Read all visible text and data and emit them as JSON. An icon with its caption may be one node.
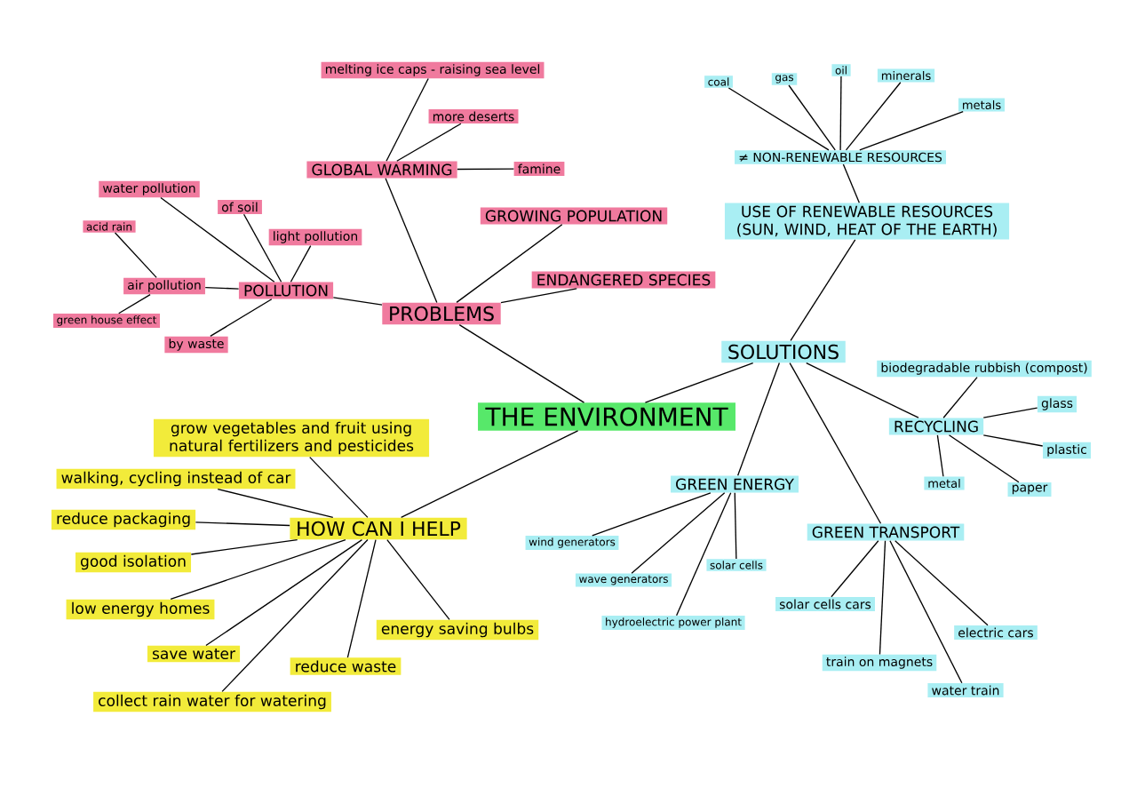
{
  "diagram": {
    "nodes": [
      {
        "text": [
          "THE ENVIRONMENT"
        ]
      },
      {
        "text": [
          "PROBLEMS"
        ]
      },
      {
        "text": [
          "GLOBAL WARMING"
        ]
      },
      {
        "text": [
          "melting ice caps - raising sea level"
        ]
      },
      {
        "text": [
          "more deserts"
        ]
      },
      {
        "text": [
          "famine"
        ]
      },
      {
        "text": [
          "POLLUTION"
        ]
      },
      {
        "text": [
          "water pollution"
        ]
      },
      {
        "text": [
          "of soil"
        ]
      },
      {
        "text": [
          "light pollution"
        ]
      },
      {
        "text": [
          "air pollution"
        ]
      },
      {
        "text": [
          "acid rain"
        ]
      },
      {
        "text": [
          "green house effect"
        ]
      },
      {
        "text": [
          "by waste"
        ]
      },
      {
        "text": [
          "GROWING POPULATION"
        ]
      },
      {
        "text": [
          "ENDANGERED SPECIES"
        ]
      },
      {
        "text": [
          "SOLUTIONS"
        ]
      },
      {
        "text": [
          "USE OF RENEWABLE RESOURCES (SUN, WIND, HEAT OF THE EARTH)"
        ]
      },
      {
        "text": [
          "≠ NON-RENEWABLE RESOURCES"
        ]
      },
      {
        "text": [
          "coal"
        ]
      },
      {
        "text": [
          "gas"
        ]
      },
      {
        "text": [
          "oil"
        ]
      },
      {
        "text": [
          "minerals"
        ]
      },
      {
        "text": [
          "metals"
        ]
      },
      {
        "text": [
          "RECYCLING"
        ]
      },
      {
        "text": [
          "biodegradable rubbish (compost)"
        ]
      },
      {
        "text": [
          "glass"
        ]
      },
      {
        "text": [
          "plastic"
        ]
      },
      {
        "text": [
          "metal"
        ]
      },
      {
        "text": [
          "paper"
        ]
      },
      {
        "text": [
          "GREEN ENERGY"
        ]
      },
      {
        "text": [
          "wind generators"
        ]
      },
      {
        "text": [
          "wave generators"
        ]
      },
      {
        "text": [
          "hydroelectric power plant"
        ]
      },
      {
        "text": [
          "solar cells"
        ]
      },
      {
        "text": [
          "GREEN TRANSPORT"
        ]
      },
      {
        "text": [
          "solar cells cars"
        ]
      },
      {
        "text": [
          "train on magnets"
        ]
      },
      {
        "text": [
          "electric cars"
        ]
      },
      {
        "text": [
          "water train"
        ]
      },
      {
        "text": [
          "HOW CAN I HELP"
        ]
      },
      {
        "text": [
          "grow vegetables and fruit using natural fertilizers and pesticides"
        ]
      },
      {
        "text": [
          "walking, cycling instead of car"
        ]
      },
      {
        "text": [
          "reduce packaging"
        ]
      },
      {
        "text": [
          "good isolation"
        ]
      },
      {
        "text": [
          "low energy homes"
        ]
      },
      {
        "text": [
          "save water"
        ]
      },
      {
        "text": [
          "collect rain water for watering"
        ]
      },
      {
        "text": [
          "reduce waste"
        ]
      },
      {
        "text": [
          "energy saving bulbs"
        ]
      }
    ],
    "edges": [
      {
        "from": 0,
        "to": 1,
        "arrow": "none"
      },
      {
        "from": 1,
        "to": 2,
        "arrow": "none"
      },
      {
        "from": 2,
        "to": 3,
        "arrow": "none"
      },
      {
        "from": 2,
        "to": 4,
        "arrow": "none"
      },
      {
        "from": 2,
        "to": 5,
        "arrow": "none"
      },
      {
        "from": 1,
        "to": 6,
        "arrow": "none"
      },
      {
        "from": 6,
        "to": 7,
        "arrow": "none"
      },
      {
        "from": 6,
        "to": 8,
        "arrow": "none"
      },
      {
        "from": 6,
        "to": 9,
        "arrow": "none"
      },
      {
        "from": 6,
        "to": 10,
        "arrow": "none"
      },
      {
        "from": 10,
        "to": 11,
        "arrow": "none"
      },
      {
        "from": 10,
        "to": 12,
        "arrow": "none"
      },
      {
        "from": 6,
        "to": 13,
        "arrow": "none"
      },
      {
        "from": 1,
        "to": 14,
        "arrow": "none"
      },
      {
        "from": 1,
        "to": 15,
        "arrow": "none"
      },
      {
        "from": 0,
        "to": 16,
        "arrow": "none"
      },
      {
        "from": 16,
        "to": 17,
        "arrow": "none"
      },
      {
        "from": 17,
        "to": 18,
        "arrow": "none"
      },
      {
        "from": 18,
        "to": 19,
        "arrow": "none"
      },
      {
        "from": 18,
        "to": 20,
        "arrow": "none"
      },
      {
        "from": 18,
        "to": 21,
        "arrow": "none"
      },
      {
        "from": 18,
        "to": 22,
        "arrow": "none"
      },
      {
        "from": 18,
        "to": 23,
        "arrow": "none"
      },
      {
        "from": 16,
        "to": 24,
        "arrow": "none"
      },
      {
        "from": 24,
        "to": 25,
        "arrow": "none"
      },
      {
        "from": 24,
        "to": 26,
        "arrow": "none"
      },
      {
        "from": 24,
        "to": 27,
        "arrow": "none"
      },
      {
        "from": 24,
        "to": 28,
        "arrow": "none"
      },
      {
        "from": 24,
        "to": 29,
        "arrow": "none"
      },
      {
        "from": 16,
        "to": 30,
        "arrow": "none"
      },
      {
        "from": 30,
        "to": 31,
        "arrow": "none"
      },
      {
        "from": 30,
        "to": 32,
        "arrow": "none"
      },
      {
        "from": 30,
        "to": 33,
        "arrow": "none"
      },
      {
        "from": 30,
        "to": 34,
        "arrow": "none"
      },
      {
        "from": 16,
        "to": 35,
        "arrow": "none"
      },
      {
        "from": 35,
        "to": 36,
        "arrow": "none"
      },
      {
        "from": 35,
        "to": 37,
        "arrow": "none"
      },
      {
        "from": 35,
        "to": 38,
        "arrow": "none"
      },
      {
        "from": 35,
        "to": 39,
        "arrow": "none"
      },
      {
        "from": 0,
        "to": 40,
        "arrow": "none"
      },
      {
        "from": 40,
        "to": 41,
        "arrow": "none"
      },
      {
        "from": 40,
        "to": 42,
        "arrow": "none"
      },
      {
        "from": 40,
        "to": 43,
        "arrow": "none"
      },
      {
        "from": 40,
        "to": 44,
        "arrow": "none"
      },
      {
        "from": 40,
        "to": 45,
        "arrow": "none"
      },
      {
        "from": 40,
        "to": 46,
        "arrow": "none"
      },
      {
        "from": 40,
        "to": 47,
        "arrow": "none"
      },
      {
        "from": 40,
        "to": 48,
        "arrow": "none"
      },
      {
        "from": 40,
        "to": 49,
        "arrow": "none"
      }
    ]
  }
}
